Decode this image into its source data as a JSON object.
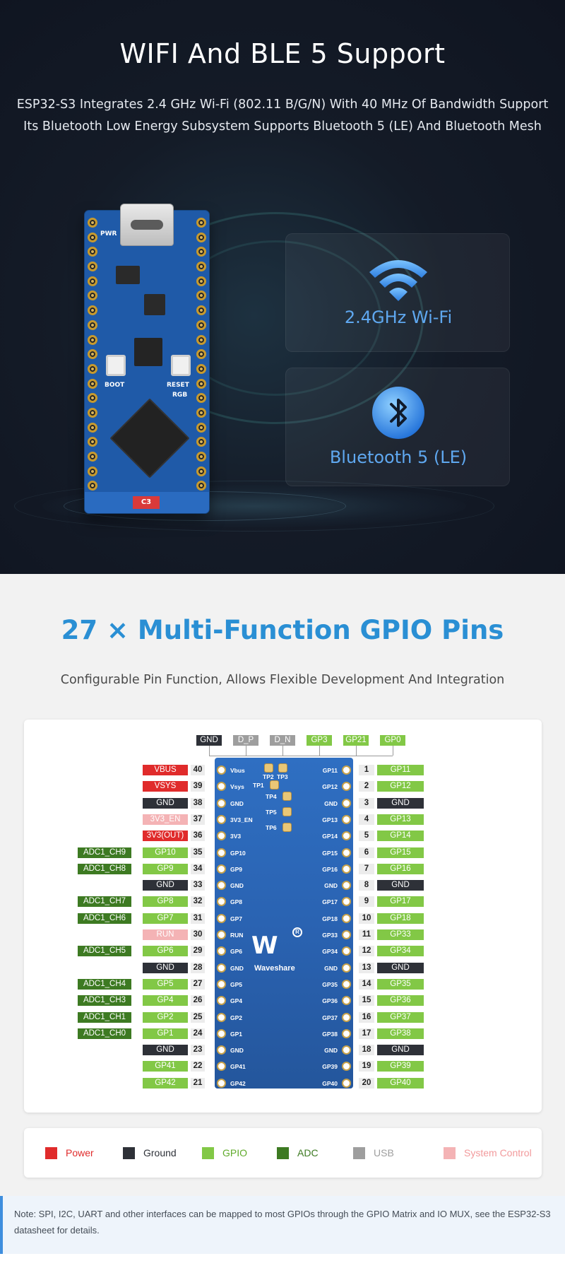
{
  "hero": {
    "title": "WIFI And BLE 5 Support",
    "line1": "ESP32-S3 Integrates 2.4 GHz Wi-Fi (802.11 B/G/N) With 40 MHz Of Bandwidth Support",
    "line2": "Its Bluetooth Low Energy Subsystem Supports Bluetooth 5 (LE) And Bluetooth Mesh",
    "board_labels": {
      "pwr": "PWR",
      "boot": "BOOT",
      "reset": "RESET",
      "rgb": "RGB",
      "tag": "C3"
    },
    "features": [
      {
        "label": "2.4GHz Wi-Fi",
        "icon": "wifi-icon"
      },
      {
        "label": "Bluetooth 5 (LE)",
        "icon": "bluetooth-icon"
      }
    ]
  },
  "gpio_section": {
    "title": "27 × Multi-Function GPIO Pins",
    "subtitle": "Configurable Pin Function, Allows Flexible Development And Integration",
    "top_tags": [
      {
        "text": "GND",
        "kind": "ground"
      },
      {
        "text": "D_P",
        "kind": "usb"
      },
      {
        "text": "D_N",
        "kind": "usb"
      },
      {
        "text": "GP3",
        "kind": "gpio"
      },
      {
        "text": "GP21",
        "kind": "gpio"
      },
      {
        "text": "GP0",
        "kind": "gpio"
      }
    ],
    "test_points": [
      "TP2",
      "TP3",
      "TP1",
      "TP4",
      "TP5",
      "TP6"
    ],
    "board_brand": "Waveshare",
    "left_pins": [
      {
        "num": "40",
        "board": "Vbus",
        "main": "VBUS",
        "main_kind": "power",
        "adc": ""
      },
      {
        "num": "39",
        "board": "Vsys",
        "main": "VSYS",
        "main_kind": "power",
        "adc": ""
      },
      {
        "num": "38",
        "board": "GND",
        "main": "GND",
        "main_kind": "ground",
        "adc": ""
      },
      {
        "num": "37",
        "board": "3V3_EN",
        "main": "3V3_EN",
        "main_kind": "sysctl",
        "adc": ""
      },
      {
        "num": "36",
        "board": "3V3",
        "main": "3V3(OUT)",
        "main_kind": "power",
        "adc": ""
      },
      {
        "num": "35",
        "board": "GP10",
        "main": "GP10",
        "main_kind": "gpio",
        "adc": "ADC1_CH9"
      },
      {
        "num": "34",
        "board": "GP9",
        "main": "GP9",
        "main_kind": "gpio",
        "adc": "ADC1_CH8"
      },
      {
        "num": "33",
        "board": "GND",
        "main": "GND",
        "main_kind": "ground",
        "adc": ""
      },
      {
        "num": "32",
        "board": "GP8",
        "main": "GP8",
        "main_kind": "gpio",
        "adc": "ADC1_CH7"
      },
      {
        "num": "31",
        "board": "GP7",
        "main": "GP7",
        "main_kind": "gpio",
        "adc": "ADC1_CH6"
      },
      {
        "num": "30",
        "board": "RUN",
        "main": "RUN",
        "main_kind": "sysctl",
        "adc": ""
      },
      {
        "num": "29",
        "board": "GP6",
        "main": "GP6",
        "main_kind": "gpio",
        "adc": "ADC1_CH5"
      },
      {
        "num": "28",
        "board": "GND",
        "main": "GND",
        "main_kind": "ground",
        "adc": ""
      },
      {
        "num": "27",
        "board": "GP5",
        "main": "GP5",
        "main_kind": "gpio",
        "adc": "ADC1_CH4"
      },
      {
        "num": "26",
        "board": "GP4",
        "main": "GP4",
        "main_kind": "gpio",
        "adc": "ADC1_CH3"
      },
      {
        "num": "25",
        "board": "GP2",
        "main": "GP2",
        "main_kind": "gpio",
        "adc": "ADC1_CH1"
      },
      {
        "num": "24",
        "board": "GP1",
        "main": "GP1",
        "main_kind": "gpio",
        "adc": "ADC1_CH0"
      },
      {
        "num": "23",
        "board": "GND",
        "main": "GND",
        "main_kind": "ground",
        "adc": ""
      },
      {
        "num": "22",
        "board": "GP41",
        "main": "GP41",
        "main_kind": "gpio",
        "adc": ""
      },
      {
        "num": "21",
        "board": "GP42",
        "main": "GP42",
        "main_kind": "gpio",
        "adc": ""
      }
    ],
    "right_pins": [
      {
        "num": "1",
        "board": "GP11",
        "main": "GP11",
        "main_kind": "gpio"
      },
      {
        "num": "2",
        "board": "GP12",
        "main": "GP12",
        "main_kind": "gpio"
      },
      {
        "num": "3",
        "board": "GND",
        "main": "GND",
        "main_kind": "ground"
      },
      {
        "num": "4",
        "board": "GP13",
        "main": "GP13",
        "main_kind": "gpio"
      },
      {
        "num": "5",
        "board": "GP14",
        "main": "GP14",
        "main_kind": "gpio"
      },
      {
        "num": "6",
        "board": "GP15",
        "main": "GP15",
        "main_kind": "gpio"
      },
      {
        "num": "7",
        "board": "GP16",
        "main": "GP16",
        "main_kind": "gpio"
      },
      {
        "num": "8",
        "board": "GND",
        "main": "GND",
        "main_kind": "ground"
      },
      {
        "num": "9",
        "board": "GP17",
        "main": "GP17",
        "main_kind": "gpio"
      },
      {
        "num": "10",
        "board": "GP18",
        "main": "GP18",
        "main_kind": "gpio"
      },
      {
        "num": "11",
        "board": "GP33",
        "main": "GP33",
        "main_kind": "gpio"
      },
      {
        "num": "12",
        "board": "GP34",
        "main": "GP34",
        "main_kind": "gpio"
      },
      {
        "num": "13",
        "board": "GND",
        "main": "GND",
        "main_kind": "ground"
      },
      {
        "num": "14",
        "board": "GP35",
        "main": "GP35",
        "main_kind": "gpio"
      },
      {
        "num": "15",
        "board": "GP36",
        "main": "GP36",
        "main_kind": "gpio"
      },
      {
        "num": "16",
        "board": "GP37",
        "main": "GP37",
        "main_kind": "gpio"
      },
      {
        "num": "17",
        "board": "GP38",
        "main": "GP38",
        "main_kind": "gpio"
      },
      {
        "num": "18",
        "board": "GND",
        "main": "GND",
        "main_kind": "ground"
      },
      {
        "num": "19",
        "board": "GP39",
        "main": "GP39",
        "main_kind": "gpio"
      },
      {
        "num": "20",
        "board": "GP40",
        "main": "GP40",
        "main_kind": "gpio"
      }
    ],
    "legend": [
      {
        "label": "Power",
        "color": "#e02b2b",
        "text_color": "#e02b2b"
      },
      {
        "label": "Ground",
        "color": "#2e3138",
        "text_color": "#2e3138"
      },
      {
        "label": "GPIO",
        "color": "#82c846",
        "text_color": "#5faa2a"
      },
      {
        "label": "ADC",
        "color": "#3d7a22",
        "text_color": "#3d7a22"
      },
      {
        "label": "USB",
        "color": "#9e9e9e",
        "text_color": "#9e9e9e"
      },
      {
        "label": "System Control",
        "color": "#f4b3b5",
        "text_color": "#f29a9c"
      }
    ]
  },
  "note": {
    "text": "Note: SPI, I2C, UART and other interfaces can be mapped to most GPIOs through the GPIO Matrix and IO MUX, see the ESP32-S3 datasheet for details."
  },
  "colors": {
    "hero_bg": "#141b27",
    "title_blue": "#2a8fd4",
    "feature_blue": "#5fa8f0",
    "board_blue": "#2f6fc2"
  }
}
